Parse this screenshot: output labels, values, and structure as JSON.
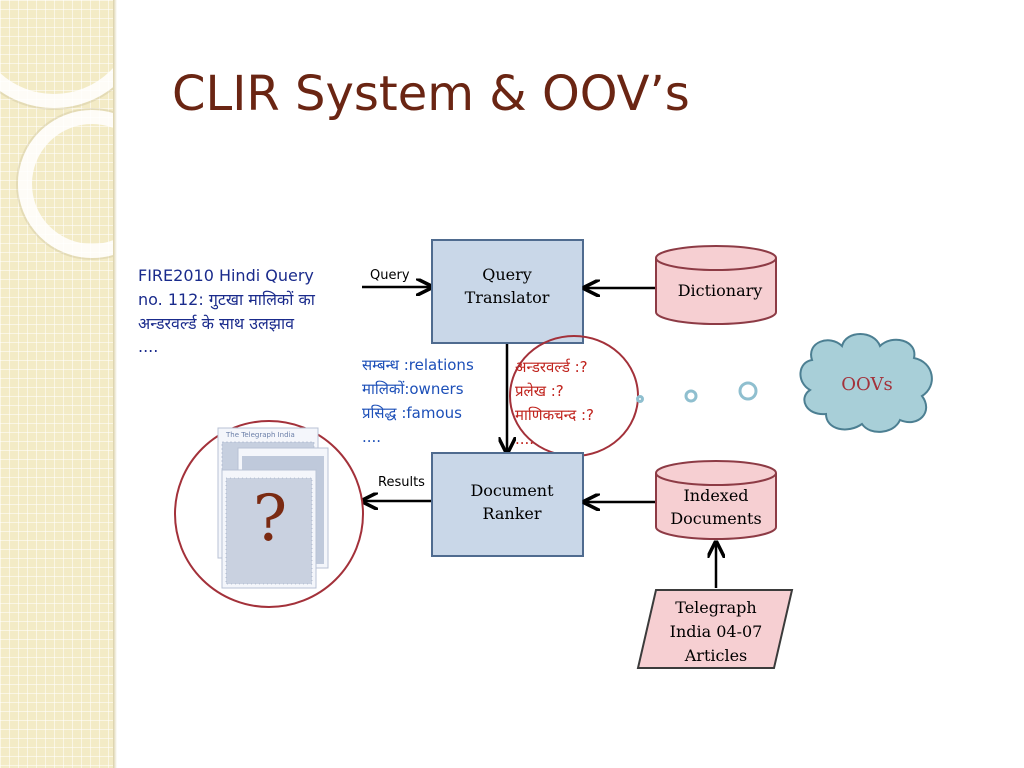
{
  "slide": {
    "title": "CLIR System & OOV’s"
  },
  "query_text": {
    "lines": [
      "FIRE2010 Hindi Query",
      "no. 112: गुटखा मालिकों का",
      "अन्डरवर्ल्ड के साथ उलझाव",
      "...."
    ]
  },
  "edges": {
    "query_label": "Query",
    "results_label": "Results"
  },
  "boxes": {
    "query_translator": [
      "Query",
      "Translator"
    ],
    "document_ranker": [
      "Document",
      "Ranker"
    ]
  },
  "databases": {
    "dictionary": [
      "Dictionary"
    ],
    "indexed_documents": [
      "Indexed",
      "Documents"
    ]
  },
  "source": {
    "lines": [
      "Telegraph",
      "India 04-07",
      "Articles"
    ]
  },
  "translations": {
    "lines": [
      "सम्बन्ध :relations",
      "मालिकों:owners",
      "प्रसिद्ध  :famous",
      "...."
    ]
  },
  "oov_list": {
    "lines": [
      "अन्डरवर्ल्ड :?",
      "प्रलेख :?",
      "माणिकचन्द :?",
      "...."
    ]
  },
  "oov_cloud": {
    "label": "OOVs"
  },
  "results_circle": {
    "symbol": "?",
    "newspaper_masthead": "The Telegraph India"
  },
  "colors": {
    "title": "#6a2513",
    "box_fill": "#c9d7e8",
    "box_stroke": "#4f6b8f",
    "db_fill": "#f6cfd2",
    "db_stroke": "#8d3b45",
    "cloud_fill": "#a8cfd8",
    "cloud_stroke": "#4c7f92",
    "oov_text": "#c0231d",
    "translation_text": "#1c4fb8",
    "query_text": "#1a2b8c",
    "circle_stroke": "#a3313a",
    "question": "#7a2a12",
    "dots": "#8fbfcf"
  }
}
